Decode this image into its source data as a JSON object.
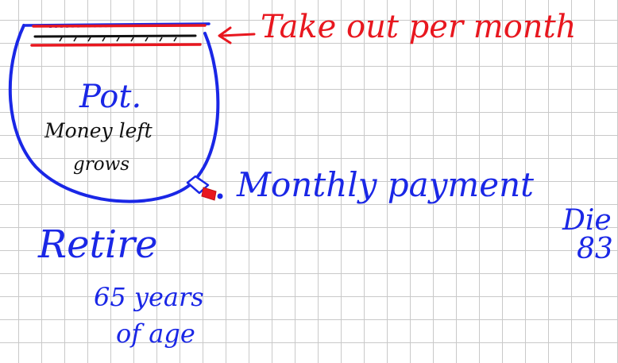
{
  "labels": {
    "take_out": "Take out per month",
    "pot": "Pot.",
    "money_left_line1": "Money left",
    "money_left_line2": "grows",
    "monthly_payment": "Monthly payment",
    "retire": "Retire",
    "age_line1": "65 years",
    "age_line2": "of age",
    "die_line1": "Die",
    "die_line2": "83"
  },
  "icons": {
    "pot": "pot-icon",
    "arrow": "arrow-left-icon",
    "tap": "tap-icon"
  },
  "colors": {
    "red_ink": "#e8171f",
    "blue_ink": "#1a27e6",
    "black_ink": "#111111",
    "grid": "#c9c9c9"
  }
}
